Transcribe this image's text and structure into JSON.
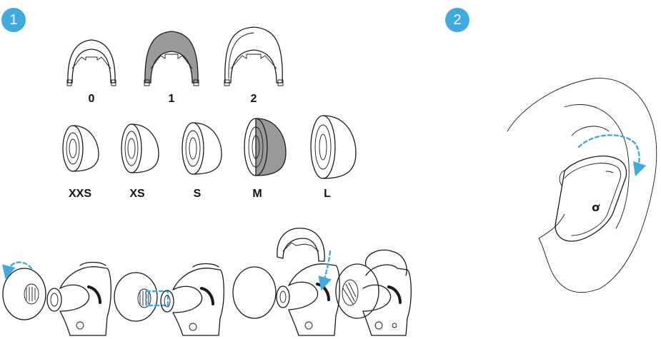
{
  "steps": [
    "1",
    "2"
  ],
  "wing_sizes": [
    "0",
    "1",
    "2"
  ],
  "tip_sizes": [
    "XXS",
    "XS",
    "S",
    "M",
    "L"
  ],
  "selected": {
    "wing": "1",
    "tip": "M"
  },
  "colors": {
    "accent": "#3fa9e0",
    "arrow": "#3fa9e0",
    "highlight_fill": "#9a9a9a",
    "line": "#1a1a1a",
    "background": "#ffffff"
  },
  "icons": [
    "brand-logo-icon",
    "curved-arrow-icon"
  ]
}
